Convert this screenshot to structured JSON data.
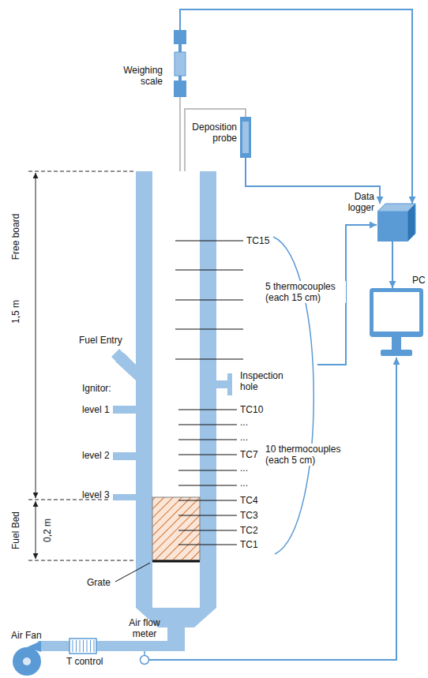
{
  "diagram": {
    "nodes": [
      {
        "text": [
          "Weighing scale"
        ]
      },
      {
        "text": [
          "Deposition probe"
        ]
      },
      {
        "text": [
          "Data logger"
        ]
      },
      {
        "text": [
          "PC"
        ]
      },
      {
        "text": [
          "Air flow meter"
        ]
      }
    ],
    "edges": [
      {
        "from": 0,
        "to": 2,
        "arrow": "to"
      },
      {
        "from": 1,
        "to": 2,
        "arrow": "to"
      },
      {
        "from": 2,
        "to": 3,
        "arrow": "to"
      },
      {
        "from": 4,
        "to": 3,
        "arrow": "to"
      }
    ],
    "labels": [
      "Free board",
      "1,5 m",
      "Fuel Bed",
      "0,2 m",
      "TC15",
      "5 thermocouples (each 15 cm)",
      "Fuel Entry",
      "Inspection hole",
      "Ignitor:",
      "level 1",
      "TC10",
      "...",
      "...",
      "level 2",
      "TC7",
      "10 thermocouples (each 5 cm)",
      "...",
      "...",
      "level 3",
      "TC4",
      "TC3",
      "TC2",
      "TC1",
      "Grate",
      "Air Fan",
      "T control"
    ]
  }
}
